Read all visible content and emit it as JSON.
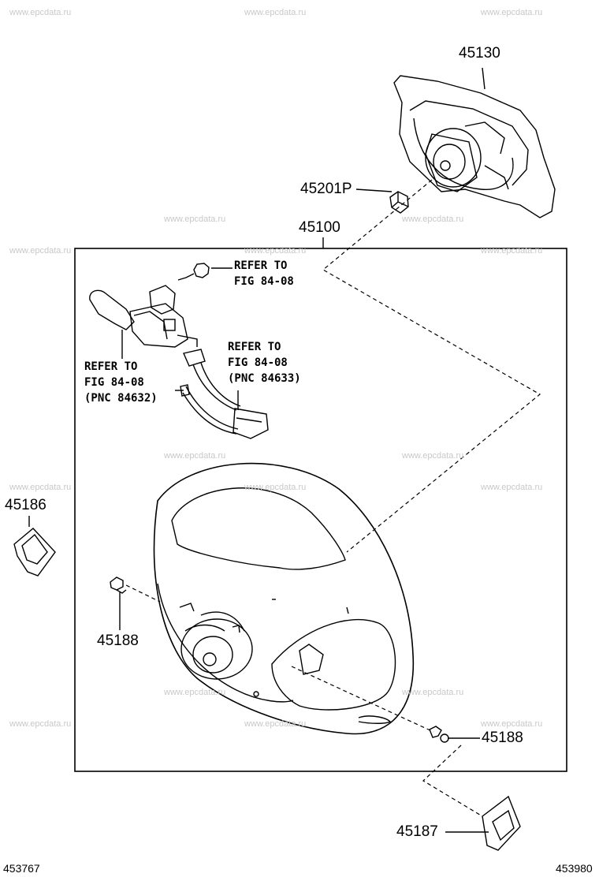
{
  "watermark": "www.epcdata.ru",
  "parts": {
    "cover": "45130",
    "nut": "45201P",
    "wheel_assembly": "45100",
    "cover_left": "45186",
    "screw_left": "45188",
    "screw_right": "45188",
    "cover_right": "45187"
  },
  "notes": {
    "switch_bolt": "REFER TO\nFIG 84-08",
    "spiral_cable": "REFER TO\nFIG 84-08\n(PNC 84633)",
    "combo_switch": "REFER TO\nFIG 84-08\n(PNC 84632)"
  },
  "illustration_codes": {
    "left": "453767",
    "right": "453980"
  }
}
